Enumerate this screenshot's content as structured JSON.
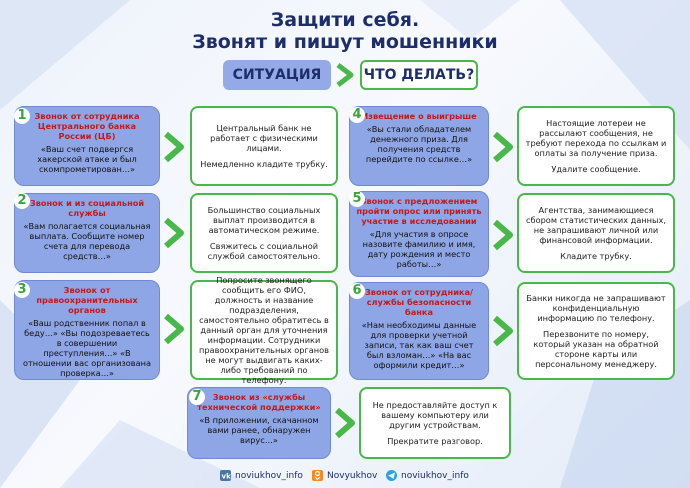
{
  "title": {
    "line1": "Защити себя.",
    "line2": "Звонят и пишут мошенники"
  },
  "header": {
    "situation": "СИТУАЦИЯ",
    "what_to_do": "ЧТО ДЕЛАТЬ?"
  },
  "cards": [
    {
      "num": "1",
      "heading": "Звонок от сотрудника Центрального банка России (ЦБ)",
      "quote": "«Ваш счет подвергся хакерской атаке и был скомпрометирован…»",
      "advice": [
        "Центральный банк не работает с физическими лицами.",
        "Немедленно кладите трубку."
      ]
    },
    {
      "num": "2",
      "heading": "Звонок и из социальной службы",
      "quote": "«Вам полагается социальная выплата. Сообщите номер счета для перевода средств…»",
      "advice": [
        "Большинство социальных выплат производится в автоматическом режиме.",
        "Свяжитесь с социальной службой самостоятельно."
      ]
    },
    {
      "num": "3",
      "heading": "Звонок от правоохранительных органов",
      "quote": "«Ваш родственник попал в беду…» «Вы подозреваетесь в совершении преступления…» «В отношении вас организована проверка…»",
      "advice": [
        "Попросите звонящего сообщить его ФИО, должность и название подразделения, самостоятельно обратитесь в данный орган для уточнения информации. Сотрудники правоохранительных органов не могут выдвигать каких-либо требований по телефону."
      ]
    },
    {
      "num": "4",
      "heading": "Извещение о выигрыше",
      "quote": "«Вы стали обладателем денежного приза. Для получения средств перейдите по ссылке…»",
      "advice": [
        "Настоящие лотереи не рассылают сообщения, не требуют перехода по ссылкам и оплаты за получение приза.",
        "Удалите сообщение."
      ]
    },
    {
      "num": "5",
      "heading": "Звонок с предложением пройти опрос или принять участие в исследовании",
      "quote": "«Для участия в опросе назовите фамилию и имя, дату рождения и место работы…»",
      "advice": [
        "Агентства, занимающиеся сбором статистических данных, не запрашивают личной или финансовой информации.",
        "Кладите трубку."
      ]
    },
    {
      "num": "6",
      "heading": "Звонок от сотрудника/ службы безопасности банка",
      "quote": "«Нам необходимы данные для проверки учетной записи, так как ваш счет был взломан…» «На вас оформили кредит…»",
      "advice": [
        "Банки никогда не запрашивают конфиденциальную информацию по телефону.",
        "Перезвоните по номеру, который указан на обратной стороне карты или персональному менеджеру."
      ]
    },
    {
      "num": "7",
      "heading": "Звонок из «службы технической поддержки»",
      "quote": "«В приложении, скачанном вами ранее, обнаружен вирус…»",
      "advice": [
        "Не предоставляйте доступ к вашему компьютеру или другим устройствам.",
        "Прекратите разговор."
      ]
    }
  ],
  "footer": [
    {
      "icon": "vk-icon",
      "label": "noviukhov_info"
    },
    {
      "icon": "odnoklassniki-icon",
      "label": "Novyukhov"
    },
    {
      "icon": "telegram-icon",
      "label": "noviukhov_info"
    }
  ],
  "colors": {
    "navy": "#1d2e6b",
    "situation": "#8fa6e6",
    "green": "#49b84a",
    "red": "#c21a1a"
  }
}
